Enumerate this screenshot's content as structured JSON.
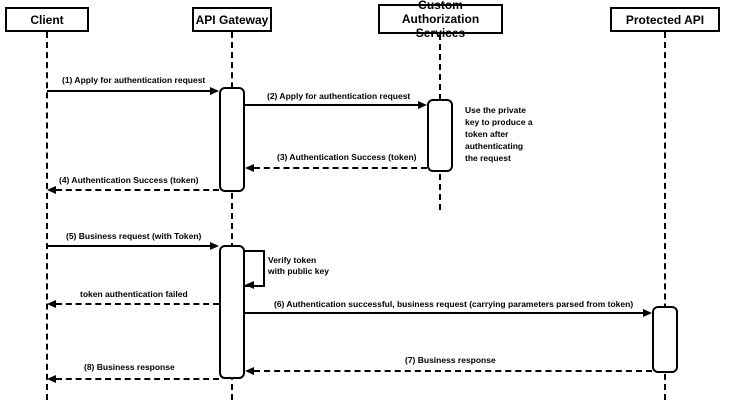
{
  "diagram": {
    "type": "uml-sequence-diagram",
    "colors": {
      "background": "#ffffff",
      "stroke": "#000000",
      "shape_fill": "#ffffff"
    },
    "participants": [
      {
        "id": "client",
        "label": "Client"
      },
      {
        "id": "api-gateway",
        "label": "API Gateway"
      },
      {
        "id": "custom-auth",
        "label": "Custom Authorization\nServices"
      },
      {
        "id": "protected-api",
        "label": "Protected API"
      }
    ],
    "messages": [
      {
        "seq": 1,
        "from": "client",
        "to": "api-gateway",
        "style": "solid",
        "label": "(1) Apply for authentication request"
      },
      {
        "seq": 2,
        "from": "api-gateway",
        "to": "custom-auth",
        "style": "solid",
        "label": "(2) Apply for authentication request"
      },
      {
        "seq": 3,
        "from": "custom-auth",
        "to": "api-gateway",
        "style": "dashed",
        "label": "(3) Authentication Success (token)"
      },
      {
        "seq": 4,
        "from": "api-gateway",
        "to": "client",
        "style": "dashed",
        "label": "(4) Authentication Success (token)"
      },
      {
        "seq": 5,
        "from": "client",
        "to": "api-gateway",
        "style": "solid",
        "label": "(5) Business request (with Token)"
      },
      {
        "seq": null,
        "from": "api-gateway",
        "to": "api-gateway",
        "style": "self",
        "label": "Verify token\nwith public key"
      },
      {
        "seq": null,
        "from": "api-gateway",
        "to": "client",
        "style": "dashed",
        "label": "token authentication failed"
      },
      {
        "seq": 6,
        "from": "api-gateway",
        "to": "protected-api",
        "style": "solid",
        "label": "(6) Authentication successful, business request (carrying parameters parsed from token)"
      },
      {
        "seq": 7,
        "from": "protected-api",
        "to": "api-gateway",
        "style": "dashed",
        "label": "(7) Business response"
      },
      {
        "seq": 8,
        "from": "api-gateway",
        "to": "client",
        "style": "dashed",
        "label": "(8) Business response"
      }
    ],
    "notes": [
      {
        "attached_to": "custom-auth",
        "label": "Use the private\nkey to produce a\ntoken after\nauthenticating\nthe request"
      }
    ]
  }
}
